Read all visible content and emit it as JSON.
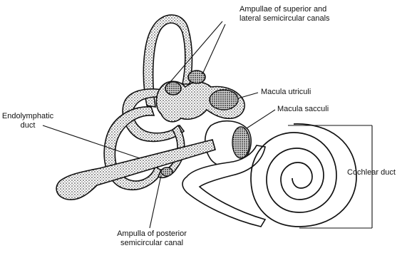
{
  "labels": {
    "ampullae_superior_lateral": [
      "Ampullae of superior and",
      "lateral  semicircular canals"
    ],
    "macula_utriculi": "Macula utriculi",
    "macula_sacculi": "Macula sacculi",
    "endolymphatic_duct": [
      "Endolymphatic",
      "duct"
    ],
    "cochlear_duct": "Cochlear duct",
    "ampulla_posterior": [
      "Ampulla of posterior",
      "semicircular canal"
    ]
  },
  "colors": {
    "ink": "#111111",
    "background": "#ffffff",
    "stipple": "#222222"
  }
}
